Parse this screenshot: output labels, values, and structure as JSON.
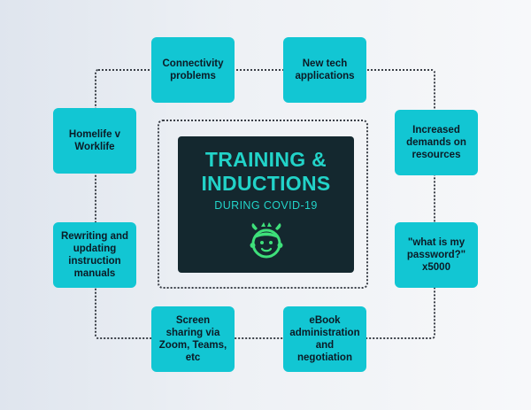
{
  "center": {
    "title_line1": "TRAINING &",
    "title_line2": "INDUCTIONS",
    "subtitle": "DURING COVID-19",
    "logo_icon": "kid-face-icon"
  },
  "challenges": [
    {
      "id": "connectivity",
      "label": "Connectivity problems"
    },
    {
      "id": "new-tech",
      "label": "New tech applications"
    },
    {
      "id": "homelife",
      "label": "Homelife v Worklife"
    },
    {
      "id": "demands",
      "label": "Increased demands on resources"
    },
    {
      "id": "rewriting",
      "label": "Rewriting and updating instruction manuals"
    },
    {
      "id": "password",
      "label": "\"what is my password?\" x5000"
    },
    {
      "id": "screen-sharing",
      "label": "Screen sharing via Zoom, Teams, etc"
    },
    {
      "id": "ebook",
      "label": "eBook administration and negotiation"
    }
  ],
  "colors": {
    "box_fill": "#12c6d3",
    "center_fill": "#14282f",
    "accent": "#22d3c8",
    "logo_green": "#3ee07a"
  }
}
